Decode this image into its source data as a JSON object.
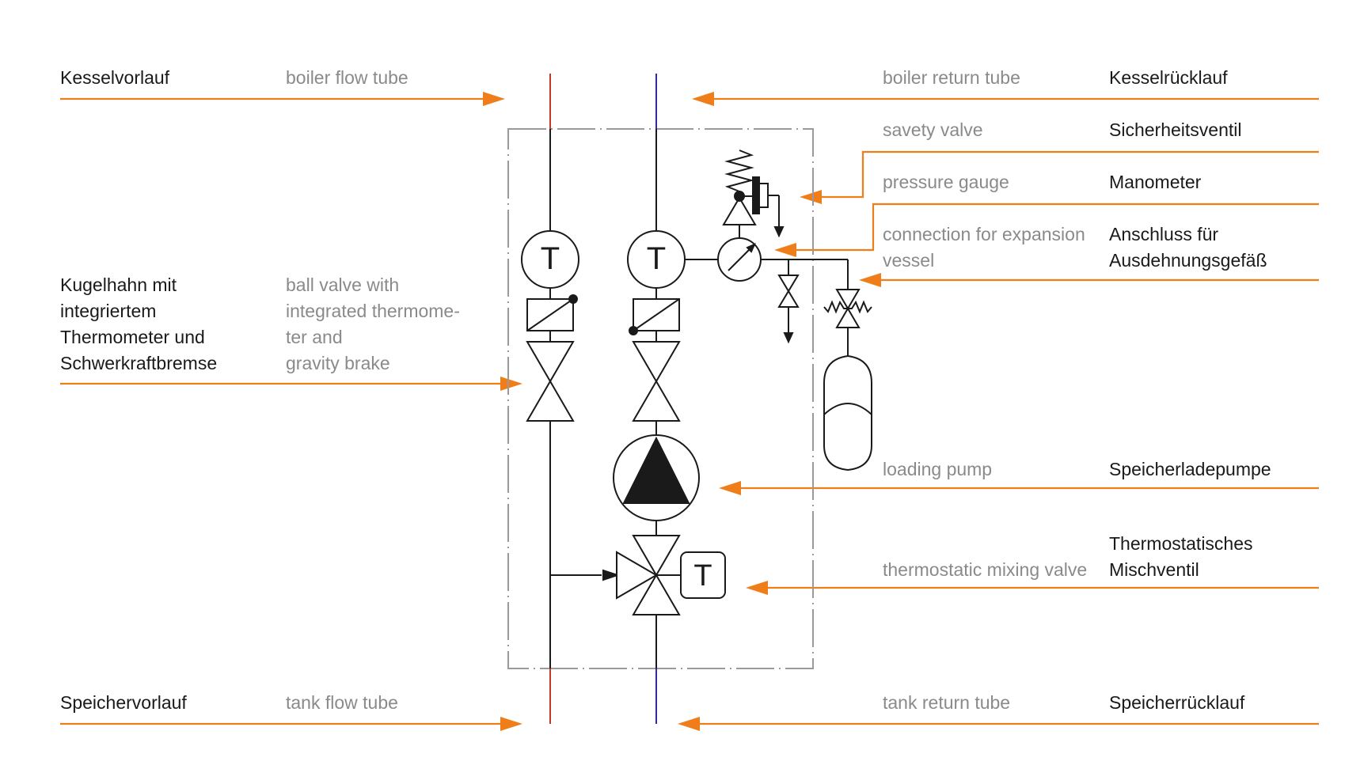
{
  "colors": {
    "leader": "#ef7d1a",
    "label_de": "#1a1a1a",
    "label_en": "#8a8a8a",
    "flow_pipe_top": "#c0392b",
    "return_pipe_top": "#2e2ea0"
  },
  "labels": {
    "boiler_flow": {
      "de": "Kesselvorlauf",
      "en": "boiler flow tube"
    },
    "boiler_return": {
      "de": "Kesselrücklauf",
      "en": "boiler return tube"
    },
    "safety_valve": {
      "de": "Sicherheitsventil",
      "en": "savety valve"
    },
    "pressure_gauge": {
      "de": "Manometer",
      "en": "pressure gauge"
    },
    "expansion": {
      "de": [
        "Anschluss für",
        "Ausdehnungsgefäß"
      ],
      "en": [
        "connection for expansion",
        "vessel"
      ]
    },
    "ball_valve": {
      "de": [
        "Kugelhahn mit",
        "integriertem",
        "Thermometer und",
        "Schwerkraftbremse"
      ],
      "en": [
        "ball valve with",
        "integrated thermome-",
        "ter and",
        "gravity brake"
      ]
    },
    "loading_pump": {
      "de": "Speicherladepumpe",
      "en": "loading pump"
    },
    "mixing_valve": {
      "de": [
        "Thermostatisches",
        "Mischventil"
      ],
      "en": "thermostatic mixing valve"
    },
    "tank_flow": {
      "de": "Speichervorlauf",
      "en": "tank flow tube"
    },
    "tank_return": {
      "de": "Speicherrücklauf",
      "en": "tank return tube"
    }
  },
  "symbols": {
    "thermometer_letter": "T",
    "mixing_sensor_letter": "T"
  }
}
